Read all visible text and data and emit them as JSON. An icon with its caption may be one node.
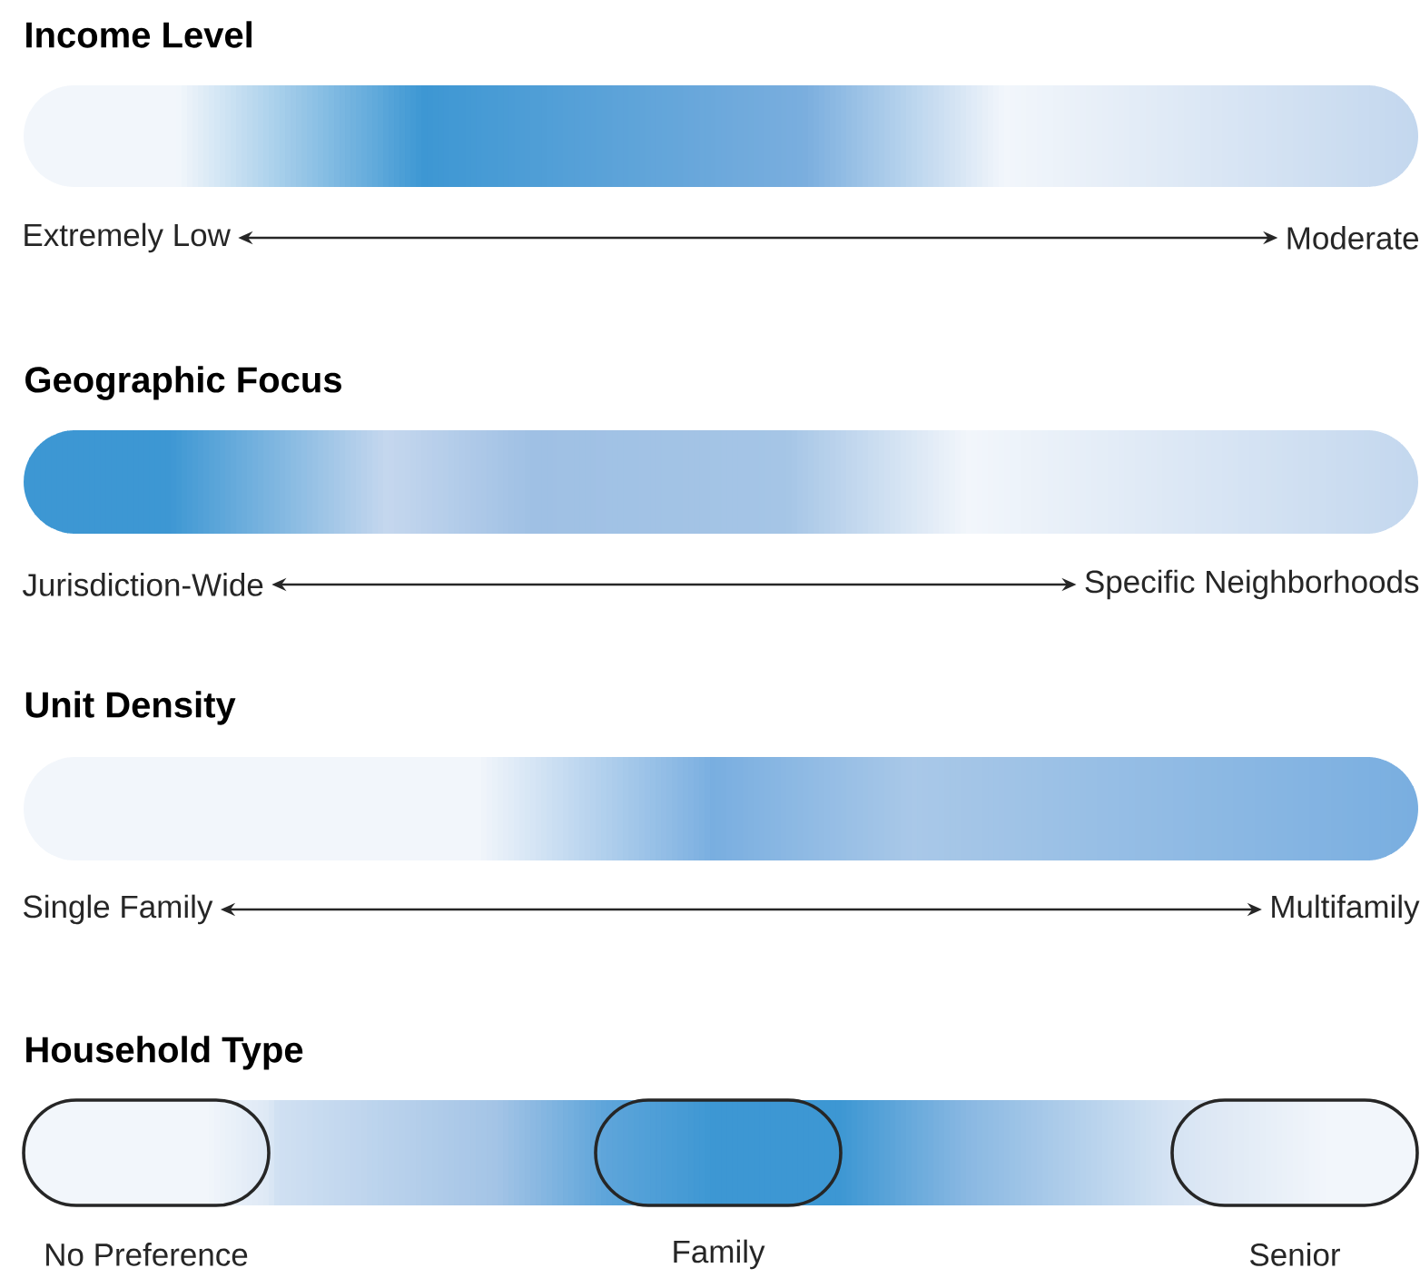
{
  "diagram": {
    "nodes": [
      {
        "text": [
          "Extremely Low"
        ]
      },
      {
        "text": [
          "Moderate"
        ]
      },
      {
        "text": [
          "Jurisdiction-Wide"
        ]
      },
      {
        "text": [
          "Specific Neighborhoods"
        ]
      },
      {
        "text": [
          "Single Family"
        ]
      },
      {
        "text": [
          "Multifamily"
        ]
      },
      {
        "text": [],
        "shape": "box",
        "beside": [
          "No Preference"
        ]
      },
      {
        "text": [],
        "shape": "box",
        "beside": [
          "Family"
        ]
      },
      {
        "text": [],
        "shape": "box",
        "beside": [
          "Senior"
        ]
      }
    ],
    "edges": [
      {
        "from": 0,
        "to": 1,
        "arrow": "both"
      },
      {
        "from": 2,
        "to": 3,
        "arrow": "both"
      },
      {
        "from": 4,
        "to": 5,
        "arrow": "both"
      }
    ],
    "labels": [
      "Income Level",
      "Geographic Focus",
      "Unit Density",
      "Household Type"
    ]
  }
}
